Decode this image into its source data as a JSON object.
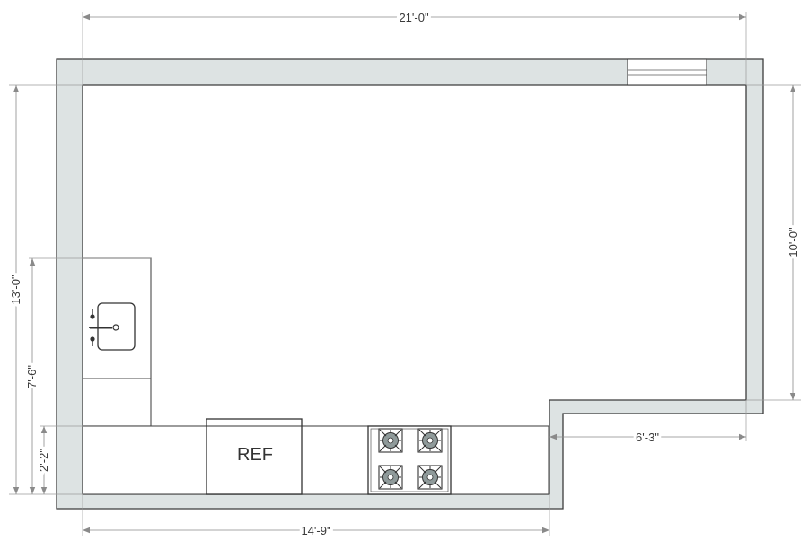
{
  "colors": {
    "wall_fill": "#dde3e3",
    "wall_outline": "#3c3c3c",
    "dimension_line": "#8a8a8a",
    "burner": "#8f9a9a"
  },
  "dimensions": {
    "top_width": "21'-0\"",
    "bottom_width": "14'-9\"",
    "left_height": "13'-0\"",
    "right_height": "10'-0\"",
    "notch_width": "6'-3\"",
    "sink_run": "7'-6\"",
    "counter_depth": "2'-2\""
  },
  "fixtures": {
    "refrigerator_label": "REF",
    "range_burner_count": 4
  }
}
